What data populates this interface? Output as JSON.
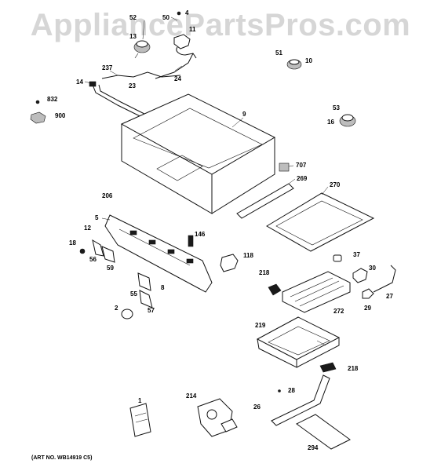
{
  "watermark": "AppliancePartsPros.com",
  "art_number": "(ART NO. WB14919 C5)",
  "callouts": [
    "52",
    "50",
    "4",
    "13",
    "11",
    "237",
    "14",
    "23",
    "24",
    "51",
    "10",
    "832",
    "900",
    "53",
    "16",
    "9",
    "707",
    "269",
    "270",
    "206",
    "5",
    "12",
    "18",
    "56",
    "59",
    "146",
    "118",
    "37",
    "218",
    "30",
    "55",
    "8",
    "272",
    "29",
    "27",
    "57",
    "2",
    "219",
    "218",
    "28",
    "214",
    "1",
    "26",
    "294"
  ]
}
